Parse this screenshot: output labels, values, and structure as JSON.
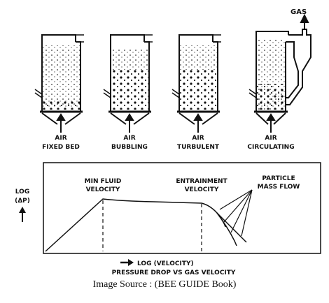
{
  "reactors": [
    {
      "id": "fixed",
      "air": "AIR",
      "name": "FIXED BED"
    },
    {
      "id": "bubbling",
      "air": "AIR",
      "name": "BUBBLING"
    },
    {
      "id": "turbulent",
      "air": "AIR",
      "name": "TURBULENT"
    },
    {
      "id": "circulating",
      "air": "AIR",
      "name": "CIRCULATING"
    }
  ],
  "gas_label": "GAS",
  "graph": {
    "y_axis": [
      "LOG",
      "(ΔP)"
    ],
    "min_fluid": [
      "MIN FLUID",
      "VELOCITY"
    ],
    "entrainment": [
      "ENTRAINMENT",
      "VELOCITY"
    ],
    "particle": [
      "PARTICLE",
      "MASS FLOW"
    ],
    "x_axis": "LOG (VELOCITY)",
    "title": "PRESSURE DROP VS GAS VELOCITY"
  },
  "caption": "Image Source : (BEE GUIDE Book)"
}
